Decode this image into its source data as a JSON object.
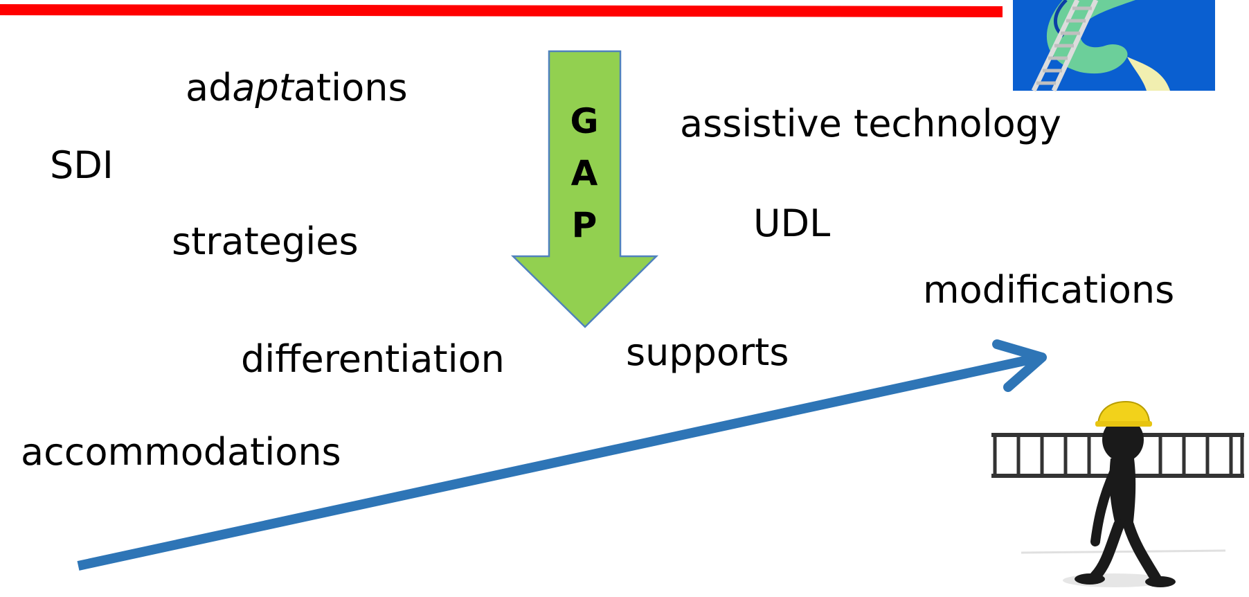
{
  "terms": {
    "adaptations": {
      "prefix": "ad",
      "emphasis": "apt",
      "suffix": "ations"
    },
    "sdi": "SDI",
    "strategies": "strategies",
    "differentiation": "differentiation",
    "accommodations": "accommodations",
    "assistive_technology": "assistive technology",
    "udl": "UDL",
    "modifications": "modifications",
    "supports": "supports"
  },
  "gap_arrow": {
    "letters": [
      "G",
      "A",
      "P"
    ],
    "fill_color": "#92d050",
    "stroke_color": "#4f81bd"
  },
  "colors": {
    "top_line": "#ff0000",
    "growth_arrow": "#2e75b6",
    "text": "#000000"
  },
  "icons": {
    "corner_logo": "ladder-s-logo-icon",
    "worker": "stick-figure-carrying-ladder-icon"
  }
}
